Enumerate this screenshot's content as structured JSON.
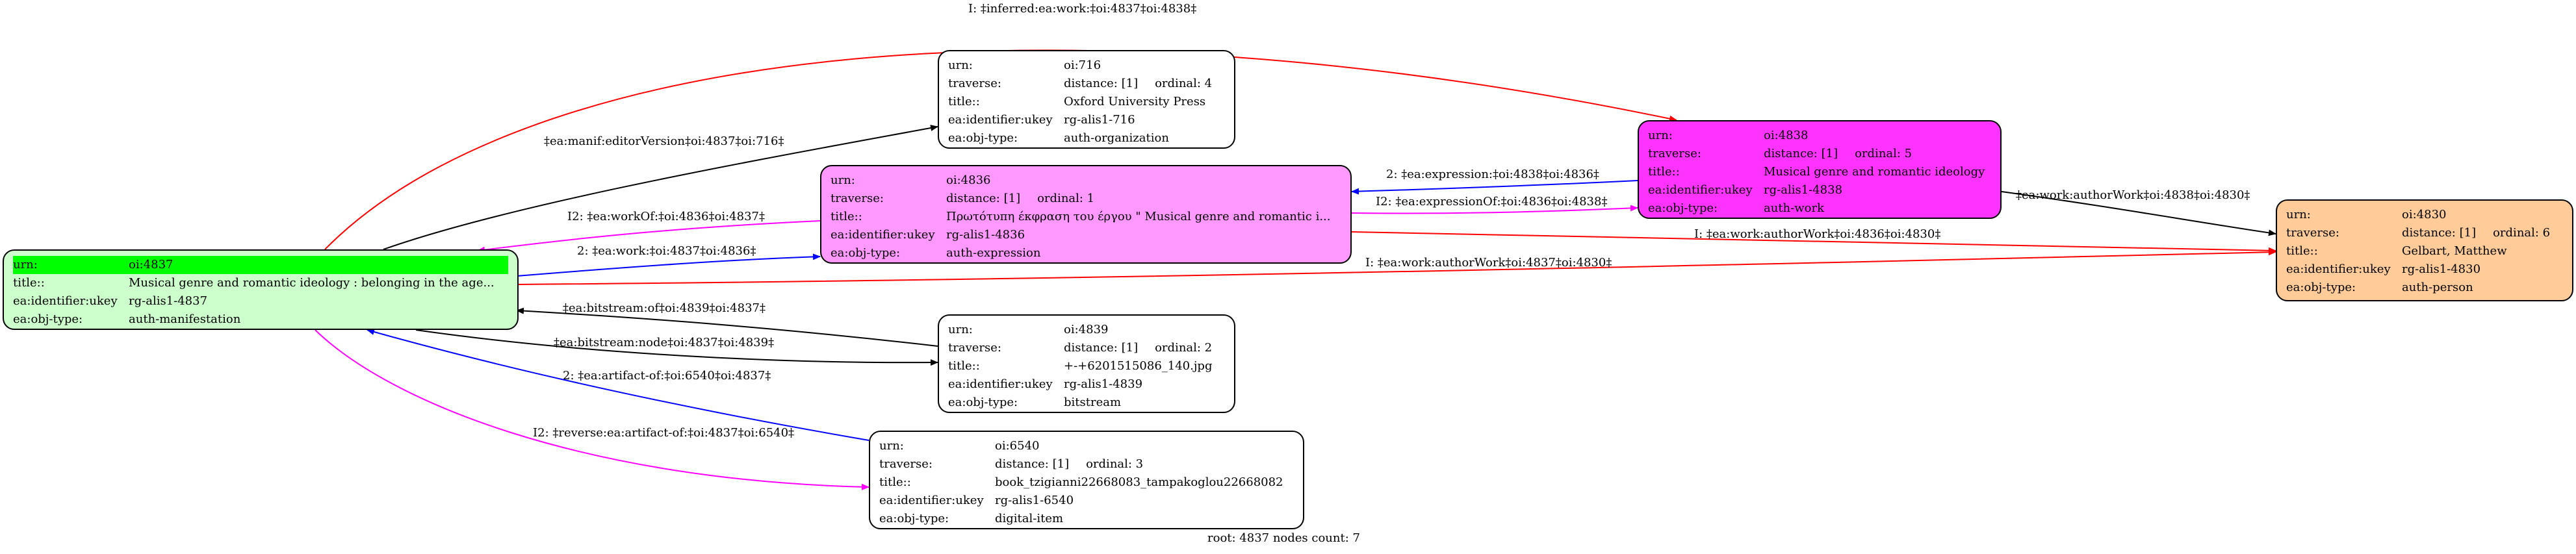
{
  "colors": {
    "root_fill": "#ccffcc",
    "root_highlight": "#00ff00",
    "expression_fill": "#ff99ff",
    "work_fill": "#ff33ff",
    "person_fill": "#ffcc99",
    "plain_fill": "#ffffff",
    "edge_black": "#000000",
    "edge_red": "#ff0000",
    "edge_blue": "#0000ff",
    "edge_magenta": "#ff00ff"
  },
  "labels": {
    "urn": "urn:",
    "traverse": "traverse:",
    "title": "title::",
    "ukey": "ea:identifier:ukey",
    "objtype": "ea:obj-type:"
  },
  "nodes": {
    "n4837": {
      "urn": "oi:4837",
      "title": "Musical genre and romantic ideology : belonging in the age...",
      "ukey": "rg-alis1-4837",
      "objtype": "auth-manifestation"
    },
    "n716": {
      "urn": "oi:716",
      "distance": "distance: [1]",
      "ordinal": "ordinal: 4",
      "title": "Oxford University Press",
      "ukey": "rg-alis1-716",
      "objtype": "auth-organization"
    },
    "n4836": {
      "urn": "oi:4836",
      "distance": "distance: [1]",
      "ordinal": "ordinal: 1",
      "title": "Πρωτότυπη έκφραση του έργου \" Musical genre and romantic i...",
      "ukey": "rg-alis1-4836",
      "objtype": "auth-expression"
    },
    "n4838": {
      "urn": "oi:4838",
      "distance": "distance: [1]",
      "ordinal": "ordinal: 5",
      "title": "Musical genre and romantic ideology",
      "ukey": "rg-alis1-4838",
      "objtype": "auth-work"
    },
    "n4830": {
      "urn": "oi:4830",
      "distance": "distance: [1]",
      "ordinal": "ordinal: 6",
      "title": "Gelbart, Matthew",
      "ukey": "rg-alis1-4830",
      "objtype": "auth-person"
    },
    "n4839": {
      "urn": "oi:4839",
      "distance": "distance: [1]",
      "ordinal": "ordinal: 2",
      "title": "+-+6201515086_140.jpg",
      "ukey": "rg-alis1-4839",
      "objtype": "bitstream"
    },
    "n6540": {
      "urn": "oi:6540",
      "distance": "distance: [1]",
      "ordinal": "ordinal: 3",
      "title": "book_tzigianni22668083_tampakoglou22668082",
      "ukey": "rg-alis1-6540",
      "objtype": "digital-item"
    }
  },
  "edge_labels": {
    "inferred_work": "I: ‡inferred:ea:work:‡oi:4837‡oi:4838‡",
    "manif_editor": "‡ea:manif:editorVersion‡oi:4837‡oi:716‡",
    "work_of": "I2: ‡ea:workOf:‡oi:4836‡oi:4837‡",
    "ea_work": "2: ‡ea:work:‡oi:4837‡oi:4836‡",
    "expression": "2: ‡ea:expression:‡oi:4838‡oi:4836‡",
    "expression_of": "I2: ‡ea:expressionOf:‡oi:4836‡oi:4838‡",
    "author_work_4838": "‡ea:work:authorWork‡oi:4838‡oi:4830‡",
    "author_work_4836": "I: ‡ea:work:authorWork‡oi:4836‡oi:4830‡",
    "author_work_4837": "I: ‡ea:work:authorWork‡oi:4837‡oi:4830‡",
    "bitstream_of": "‡ea:bitstream:of‡oi:4839‡oi:4837‡",
    "bitstream_node": "‡ea:bitstream:node‡oi:4837‡oi:4839‡",
    "artifact_of": "2: ‡ea:artifact-of:‡oi:6540‡oi:4837‡",
    "reverse_artifact": "I2: ‡reverse:ea:artifact-of:‡oi:4837‡oi:6540‡"
  },
  "footer": "root: 4837 nodes count: 7"
}
